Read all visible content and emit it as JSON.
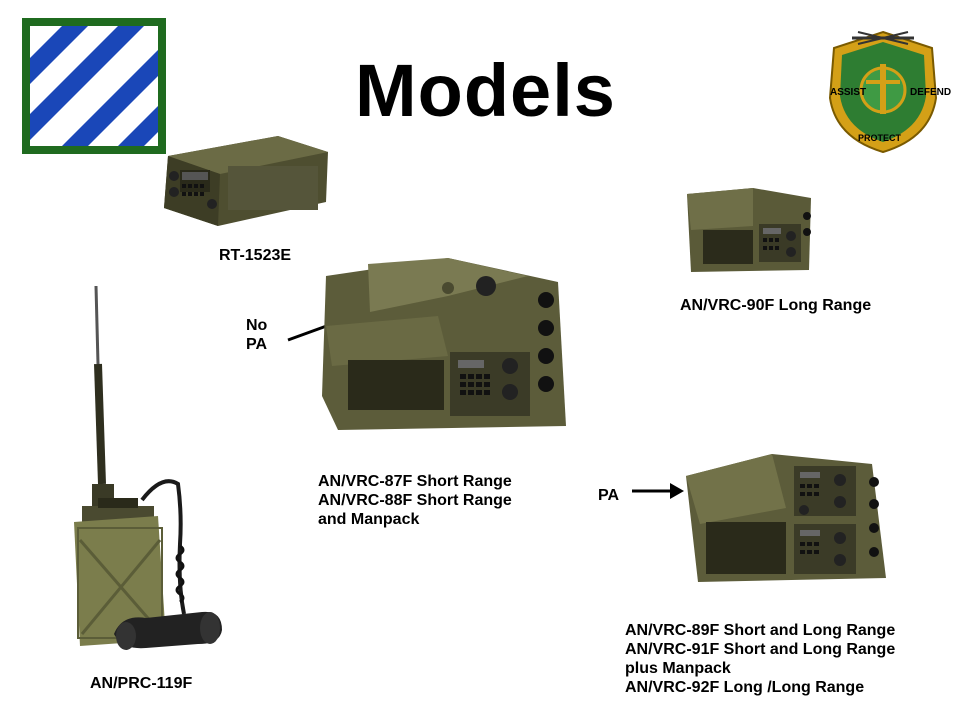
{
  "slide": {
    "title": "Models"
  },
  "labels": {
    "rt1523e": "RT-1523E",
    "vrc90f": "AN/VRC-90F Long Range",
    "no_pa": [
      "No",
      "PA"
    ],
    "vrc87_88": [
      "AN/VRC-87F Short Range",
      "AN/VRC-88F Short Range",
      "and Manpack"
    ],
    "pa": "PA",
    "vrc89_92": [
      "AN/VRC-89F Short and Long Range",
      "AN/VRC-91F Short and Long Range",
      "plus Manpack",
      "AN/VRC-92F Long /Long Range"
    ],
    "prc119f": "AN/PRC-119F"
  },
  "insignia": {
    "left_patch": "3rd-infantry-division-patch",
    "right_crest": "military-police-crest",
    "crest_motto": [
      "ASSIST",
      "PROTECT",
      "DEFEND"
    ]
  },
  "colors": {
    "patch_blue": "#1a47b8",
    "patch_green": "#1f6b1f",
    "olive_drab": "#5f5f3c",
    "crest_green": "#2e7d32",
    "crest_gold": "#d4a017"
  }
}
